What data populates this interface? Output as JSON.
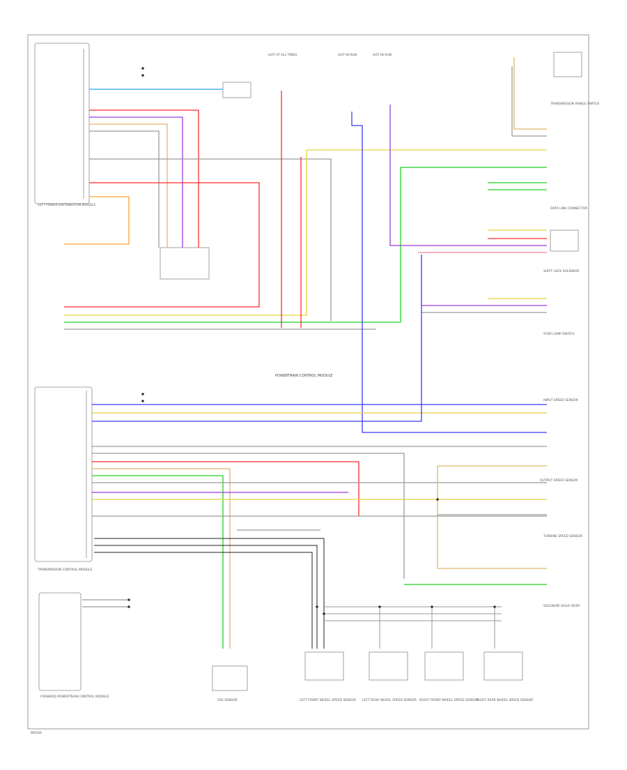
{
  "diagram": {
    "title": "Automatic Transmission Wiring Diagram",
    "footer_code": "W0184",
    "wire_colors": {
      "red": "#ff2a2a",
      "pink": "#ff7f9a",
      "purple": "#9b3bd6",
      "blue": "#3a3aff",
      "lightblue": "#2aa8ff",
      "green": "#22d122",
      "yellow": "#e8d23a",
      "tan": "#e0b66a",
      "orange": "#ffa030",
      "gray": "#9a9a9a",
      "black": "#222222"
    },
    "components": {
      "left_module_top": "LEFT POWER DISTRIBUTION MODULE",
      "center_ecm": "POWERTRAIN CONTROL MODULE",
      "tcm": "TRANSMISSION CONTROL MODULE",
      "bottom_left_module": "FORWARD POWERTRAIN CONTROL MODULE",
      "sensor_bottom": "VSS SENSOR",
      "bottom_connectors": [
        "LEFT FRONT WHEEL SPEED SENSOR",
        "LEFT REAR WHEEL SPEED SENSOR",
        "RIGHT FRONT WHEEL SPEED SENSOR",
        "RIGHT REAR WHEEL SPEED SENSOR"
      ],
      "right_labels": [
        "TRANSMISSION RANGE SWITCH",
        "DATA LINK CONNECTOR",
        "SHIFT LOCK SOLENOID",
        "STOP LAMP SWITCH",
        "INPUT SPEED SENSOR",
        "OUTPUT SPEED SENSOR",
        "TURBINE SPEED SENSOR",
        "SOLENOID VALVE BODY"
      ],
      "top_fuses": [
        "HOT AT ALL TIMES",
        "HOT IN RUN",
        "HOT IN RUN"
      ]
    }
  }
}
